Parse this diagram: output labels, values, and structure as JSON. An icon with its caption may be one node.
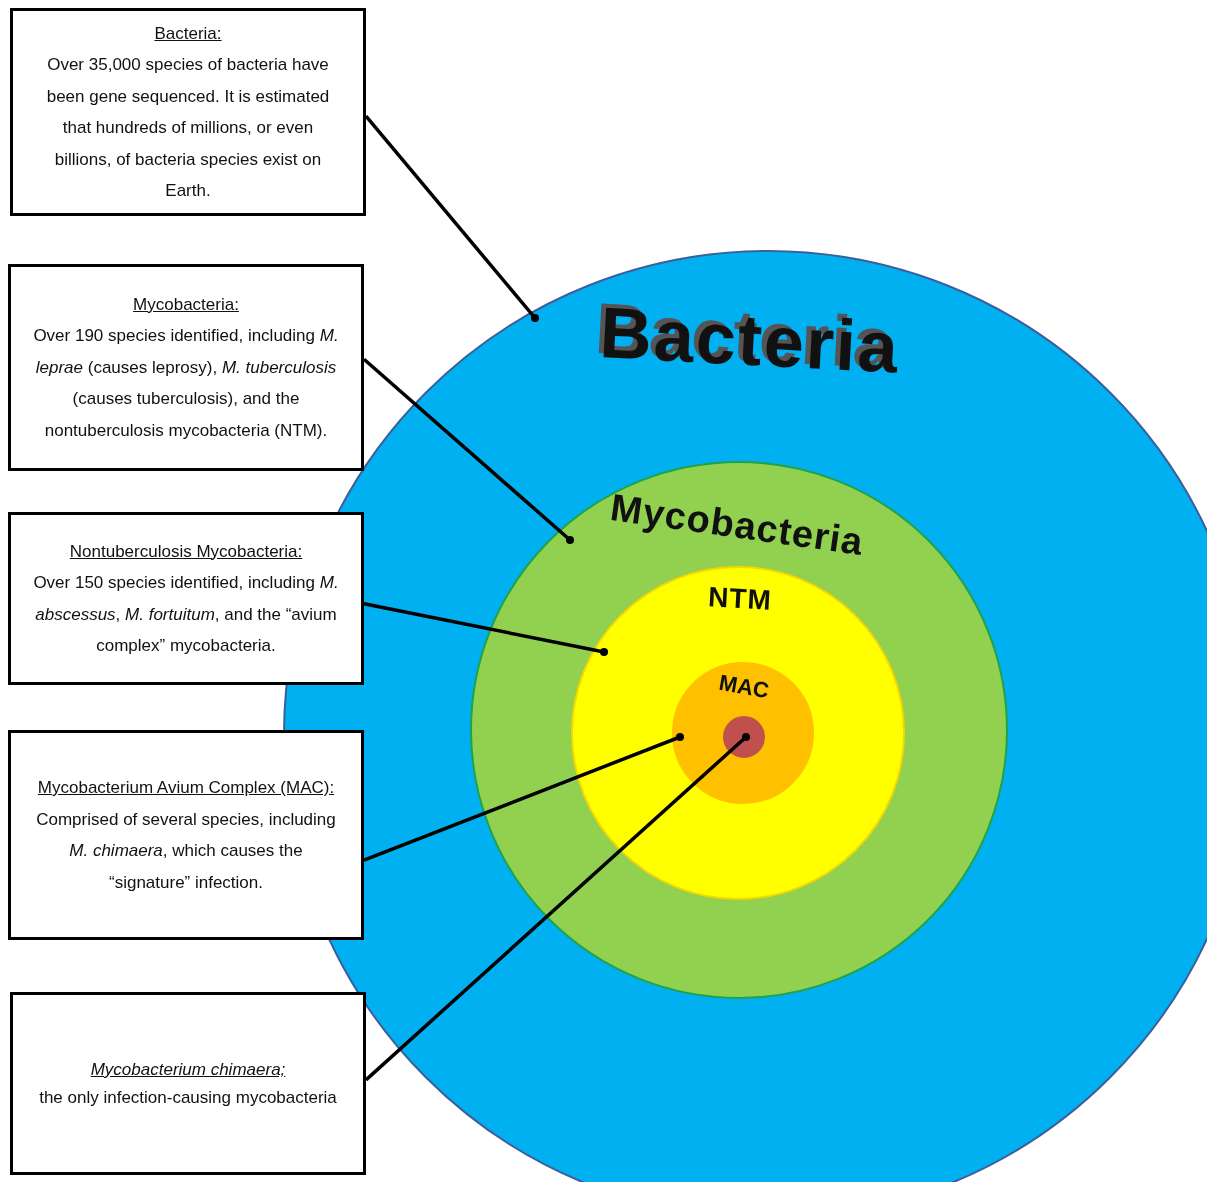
{
  "diagram": {
    "nodes": [
      {
        "text": [
          "Bacteria"
        ]
      },
      {
        "text": [
          "Mycobacteria"
        ],
        "in": 0
      },
      {
        "text": [
          "NTM"
        ],
        "in": 1
      },
      {
        "text": [
          "MAC"
        ],
        "in": 2
      },
      {
        "text": [],
        "shape": "circle",
        "in": 3
      },
      {
        "text": [
          "Bacteria:",
          "Over 35,000 species of bacteria have been gene sequenced. It is estimated that hundreds of millions, or even billions, of bacteria species exist on Earth."
        ]
      },
      {
        "text": [
          "Mycobacteria:",
          "Over 190 species identified, including *M. leprae* (causes leprosy), *M. tuberculosis* (causes tuberculosis), and the nontuberculosis mycobacteria (NTM)."
        ]
      },
      {
        "text": [
          "Nontuberculosis Mycobacteria:",
          "Over 150 species identified, including *M. abscessus*, *M. fortuitum*, and the “avium complex” mycobacteria."
        ]
      },
      {
        "text": [
          "Mycobacterium Avium Complex (MAC):",
          "Comprised of several species, including *M. chimaera*, which causes the “signature” infection."
        ]
      },
      {
        "text": [
          "Mycobacterium chimaera;",
          "the only infection-causing mycobacteria"
        ]
      }
    ],
    "edges": [
      {
        "from": 5,
        "to": 0,
        "arrow": "other"
      },
      {
        "from": 6,
        "to": 1,
        "arrow": "other"
      },
      {
        "from": 7,
        "to": 2,
        "arrow": "other"
      },
      {
        "from": 8,
        "to": 3,
        "arrow": "other"
      },
      {
        "from": 9,
        "to": 4,
        "arrow": "other"
      }
    ]
  }
}
